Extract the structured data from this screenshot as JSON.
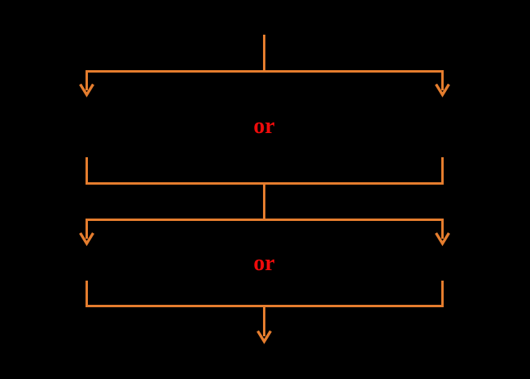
{
  "diagram": {
    "type": "flowchart",
    "background_color": "#000000",
    "line_color": "#E57D2E",
    "label_color": "#EE0B0B",
    "labels": {
      "or_top": "or",
      "or_bottom": "or"
    }
  }
}
